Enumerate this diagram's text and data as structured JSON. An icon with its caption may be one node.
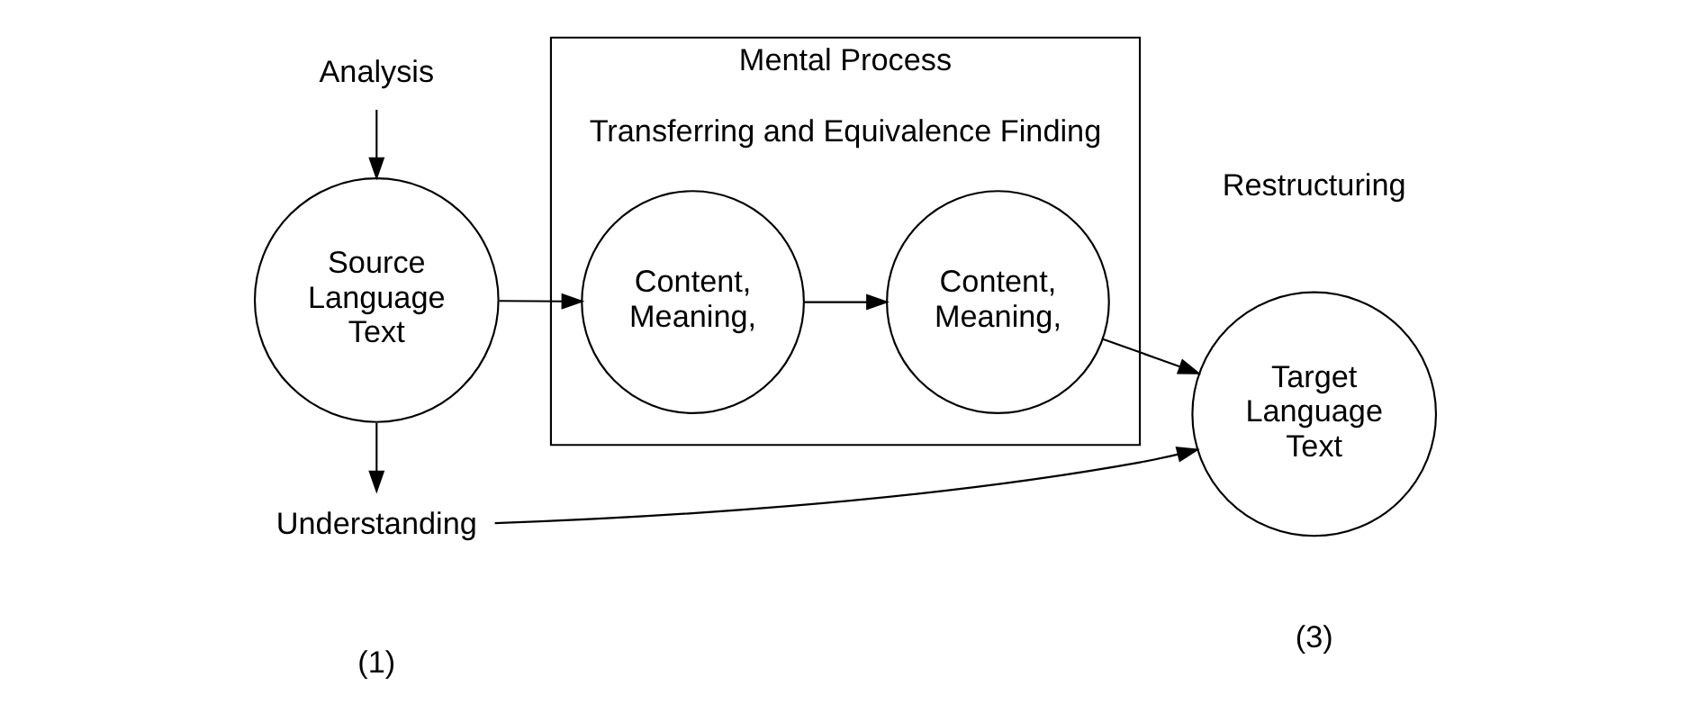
{
  "diagram": {
    "nodes": [
      {
        "text": [
          "Analysis"
        ]
      },
      {
        "text": [
          "Source Language Text"
        ]
      },
      {
        "text": [
          "Mental Process",
          "Transferring and Equivalence Finding"
        ]
      },
      {
        "text": [
          "Content, Meaning,"
        ],
        "in": 2
      },
      {
        "text": [
          "Content, Meaning,"
        ],
        "in": 2
      },
      {
        "text": [
          "Target Language Text"
        ]
      },
      {
        "text": [
          "Understanding"
        ]
      }
    ],
    "edges": [
      {
        "from": 0,
        "to": 1,
        "arrow": "to"
      },
      {
        "from": 1,
        "to": 3,
        "arrow": "to"
      },
      {
        "from": 3,
        "to": 4,
        "arrow": "to"
      },
      {
        "from": 4,
        "to": 5,
        "arrow": "to"
      },
      {
        "from": 1,
        "to": 6,
        "arrow": "to"
      },
      {
        "from": 6,
        "to": 5,
        "arrow": "to"
      }
    ],
    "labels": [
      "Restructuring",
      "(1)",
      "(3)"
    ]
  }
}
